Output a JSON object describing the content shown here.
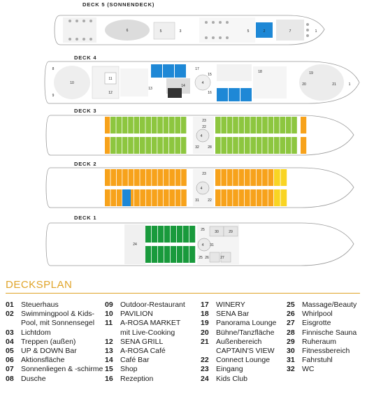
{
  "decks": [
    {
      "title": "DECK 5 (SONNENDECK)",
      "labels": [
        "6",
        "5",
        "3",
        "2",
        "7",
        "1",
        "5"
      ]
    },
    {
      "title": "DECK 4",
      "labels": [
        "10",
        "11",
        "12",
        "13",
        "14",
        "15",
        "16",
        "17",
        "18",
        "19",
        "20",
        "21",
        "1",
        "4",
        "8",
        "9"
      ]
    },
    {
      "title": "DECK 3",
      "labels": [
        "23",
        "22",
        "4",
        "32",
        "28"
      ]
    },
    {
      "title": "DECK 2",
      "labels": [
        "23",
        "4",
        "31",
        "22"
      ]
    },
    {
      "title": "DECK 1",
      "labels": [
        "24",
        "25",
        "30",
        "29",
        "4",
        "31",
        "25",
        "26",
        "27"
      ]
    }
  ],
  "colors": {
    "green": "#8dc63f",
    "orange": "#f7a21b",
    "yellow": "#f9d423",
    "blue": "#1e88d6",
    "darkgreen": "#199a3c",
    "accent": "#e0a429"
  },
  "section_title": "DECKSPLAN",
  "legend": [
    {
      "num": "01",
      "label": "Steuerhaus"
    },
    {
      "num": "02",
      "label": "Swimmingpool & Kids-",
      "cont": "Pool, mit Sonnensegel"
    },
    {
      "num": "03",
      "label": "Lichtdom"
    },
    {
      "num": "04",
      "label": "Treppen (außen)"
    },
    {
      "num": "05",
      "label": "UP & DOWN Bar"
    },
    {
      "num": "06",
      "label": "Aktionsfläche"
    },
    {
      "num": "07",
      "label": "Sonnenliegen & -schirme"
    },
    {
      "num": "08",
      "label": "Dusche"
    },
    {
      "num": "09",
      "label": "Outdoor-Restaurant"
    },
    {
      "num": "10",
      "label": "PAVILION"
    },
    {
      "num": "11",
      "label": "A-ROSA MARKET",
      "cont": "mit Live-Cooking"
    },
    {
      "num": "12",
      "label": "SENA GRILL"
    },
    {
      "num": "13",
      "label": "A-ROSA Café"
    },
    {
      "num": "14",
      "label": "Café Bar"
    },
    {
      "num": "15",
      "label": "Shop"
    },
    {
      "num": "16",
      "label": "Rezeption"
    },
    {
      "num": "17",
      "label": "WINERY"
    },
    {
      "num": "18",
      "label": "SENA Bar"
    },
    {
      "num": "19",
      "label": "Panorama Lounge"
    },
    {
      "num": "20",
      "label": "Bühne/Tanzfläche"
    },
    {
      "num": "21",
      "label": "Außenbereich",
      "cont": "CAPTAIN'S VIEW"
    },
    {
      "num": "22",
      "label": "Connect Lounge"
    },
    {
      "num": "23",
      "label": "Eingang"
    },
    {
      "num": "24",
      "label": "Kids Club"
    },
    {
      "num": "25",
      "label": "Massage/Beauty"
    },
    {
      "num": "26",
      "label": "Whirlpool"
    },
    {
      "num": "27",
      "label": "Eisgrotte"
    },
    {
      "num": "28",
      "label": "Finnische Sauna"
    },
    {
      "num": "29",
      "label": "Ruheraum"
    },
    {
      "num": "30",
      "label": "Fitnessbereich"
    },
    {
      "num": "31",
      "label": "Fahrstuhl"
    },
    {
      "num": "32",
      "label": "WC"
    }
  ]
}
